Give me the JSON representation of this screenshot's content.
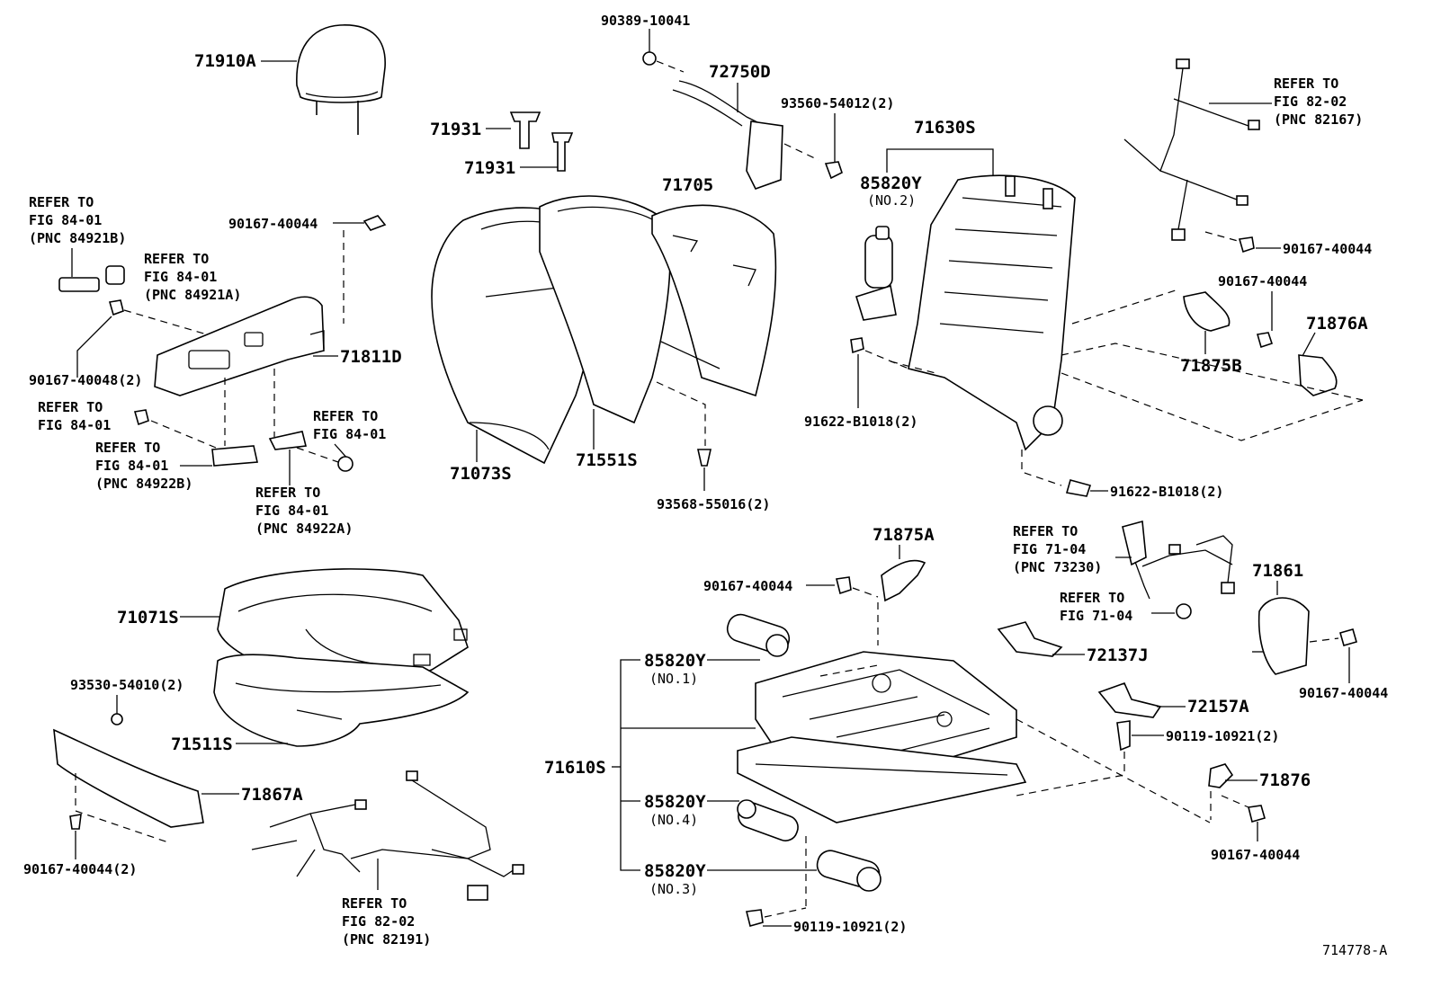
{
  "diagram_id": "714778-A",
  "labels": {
    "l71910A": "71910A",
    "l71931a": "71931",
    "l71931b": "71931",
    "l90389": "90389-10041",
    "l72750D": "72750D",
    "l93560": "93560-54012(2)",
    "l71630S": "71630S",
    "l85820Y_no2": "85820Y",
    "no2": "(NO.2)",
    "refer82_02_top_1": "REFER TO",
    "refer82_02_top_2": "FIG 82-02",
    "refer82_02_top_3": "(PNC 82167)",
    "l90167_r1": "90167-40044",
    "l90167_r2": "90167-40044",
    "l71876A": "71876A",
    "l71875B": "71875B",
    "l91622_a": "91622-B1018(2)",
    "l91622_b": "91622-B1018(2)",
    "l71705": "71705",
    "l71073S": "71073S",
    "l71551S": "71551S",
    "l93568": "93568-55016(2)",
    "ref_a1": "REFER TO",
    "ref_a2": "FIG 84-01",
    "ref_a3": "(PNC 84921B)",
    "ref_b1": "REFER TO",
    "ref_b2": "FIG 84-01",
    "ref_b3": "(PNC 84921A)",
    "l90167_top": "90167-40044",
    "l90167_40048": "90167-40048(2)",
    "l71811D": "71811D",
    "ref_c1": "REFER TO",
    "ref_c2": "FIG 84-01",
    "ref_d1": "REFER TO",
    "ref_d2": "FIG 84-01",
    "ref_e1": "REFER TO",
    "ref_e2": "FIG 84-01",
    "ref_e3": "(PNC 84922B)",
    "ref_f1": "REFER TO",
    "ref_f2": "FIG 84-01",
    "ref_f3": "(PNC 84922A)",
    "l71071S": "71071S",
    "l93530": "93530-54010(2)",
    "l71511S": "71511S",
    "l71867A": "71867A",
    "l90167_bl": "90167-40044(2)",
    "ref_g1": "REFER TO",
    "ref_g2": "FIG 82-02",
    "ref_g3": "(PNC 82191)",
    "l71875A": "71875A",
    "l90167_mid": "90167-40044",
    "l85820Y_no1": "85820Y",
    "no1": "(NO.1)",
    "l71610S": "71610S",
    "l85820Y_no4": "85820Y",
    "no4": "(NO.4)",
    "l85820Y_no3": "85820Y",
    "no3": "(NO.3)",
    "l90119_bottom": "90119-10921(2)",
    "ref_h1": "REFER TO",
    "ref_h2": "FIG 71-04",
    "ref_h3": "(PNC 73230)",
    "ref_i1": "REFER TO",
    "ref_i2": "FIG 71-04",
    "l71861": "71861",
    "l72137J": "72137J",
    "l72157A": "72157A",
    "l90119_right": "90119-10921(2)",
    "l90167_br": "90167-40044",
    "l71876": "71876",
    "l90167_br2": "90167-40044"
  }
}
